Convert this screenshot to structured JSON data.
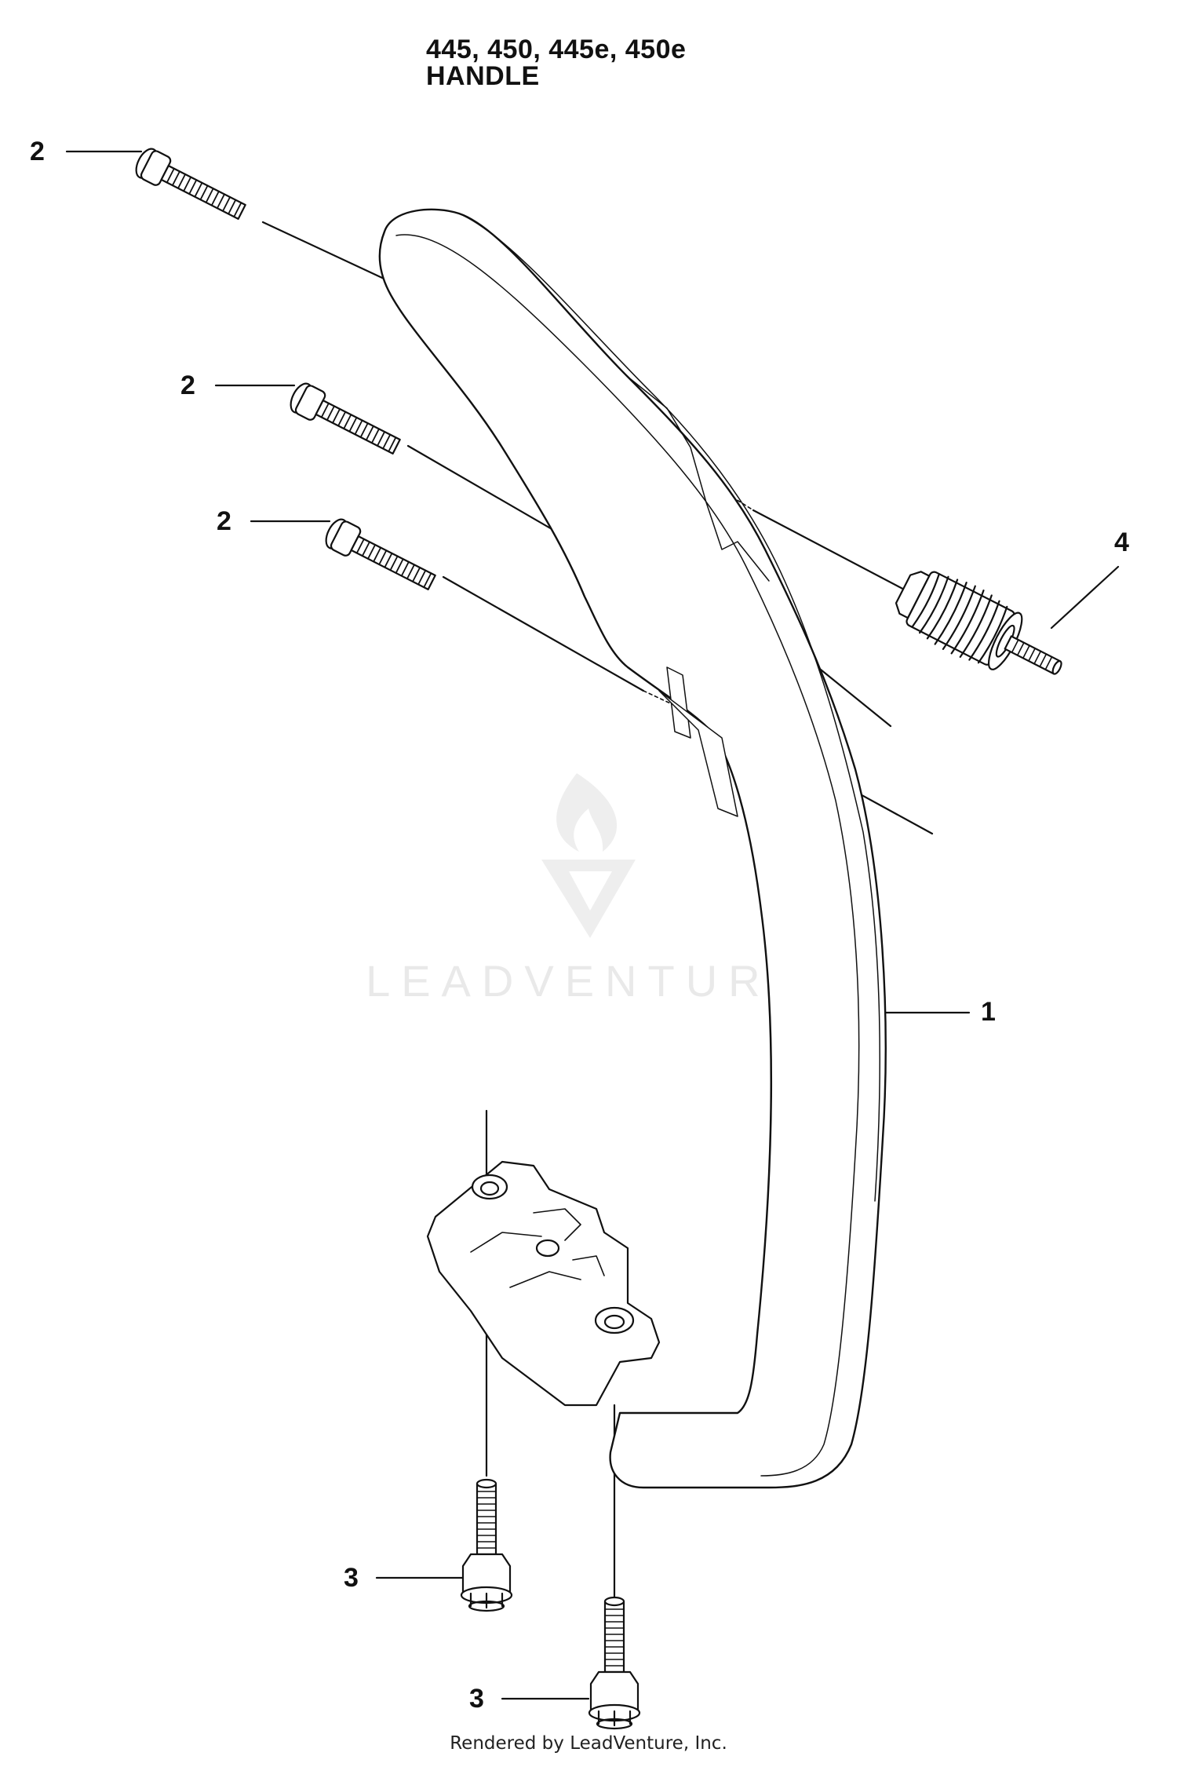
{
  "diagram": {
    "title_line1": "445, 450, 445e, 450e",
    "title_line2": "HANDLE",
    "callouts": [
      {
        "id": "c2a",
        "label": "2"
      },
      {
        "id": "c2b",
        "label": "2"
      },
      {
        "id": "c2c",
        "label": "2"
      },
      {
        "id": "c4",
        "label": "4"
      },
      {
        "id": "c1",
        "label": "1"
      },
      {
        "id": "c3a",
        "label": "3"
      },
      {
        "id": "c3b",
        "label": "3"
      }
    ],
    "watermark": "LEADVENTURE",
    "footer": "Rendered by LeadVenture, Inc."
  },
  "colors": {
    "line": "#111111",
    "watermark": "#e9e9e9"
  }
}
